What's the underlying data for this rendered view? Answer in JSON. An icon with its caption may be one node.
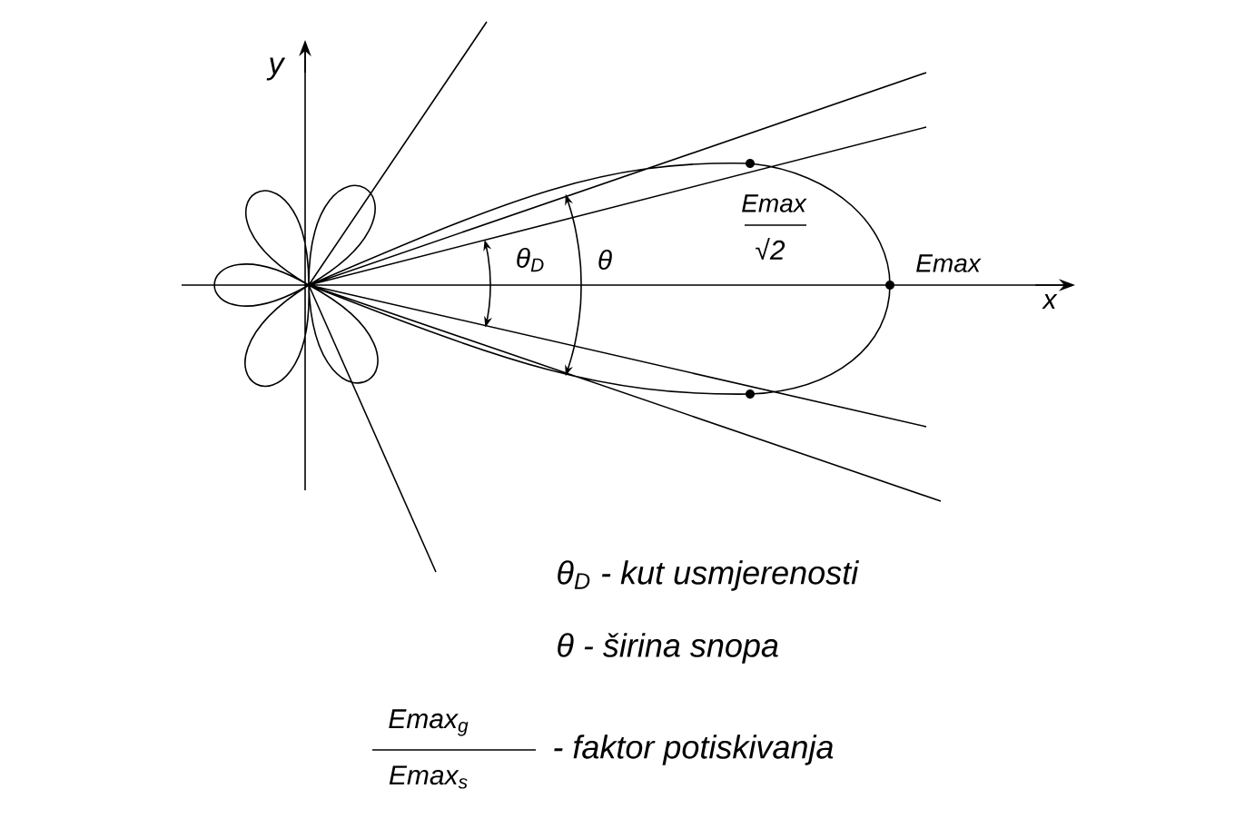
{
  "diagram": {
    "labels": [
      "y",
      "θ$_{D}$",
      "θ",
      "Emax",
      "√2",
      "Emax",
      "x",
      "θ$_{D}$ - kut usmjerenosti",
      "θ - širina snopa",
      "Emax$_{g}$",
      "Emax$_{s}$",
      "- faktor potiskivanja"
    ]
  }
}
